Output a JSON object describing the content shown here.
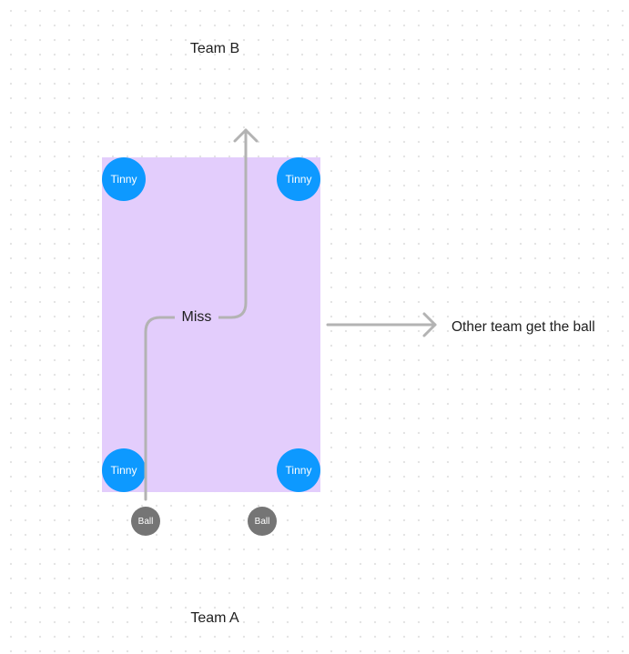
{
  "team_b_label": "Team B",
  "team_a_label": "Team A",
  "players": [
    {
      "label": "Tinny"
    },
    {
      "label": "Tinny"
    },
    {
      "label": "Tinny"
    },
    {
      "label": "Tinny"
    }
  ],
  "balls": [
    {
      "label": "Ball"
    },
    {
      "label": "Ball"
    }
  ],
  "miss_label": "Miss",
  "outcome_label": "Other team get the ball",
  "colors": {
    "field": "#e3cdfc",
    "player": "#0d99ff",
    "ball": "#757575",
    "connector": "#b3b3b3"
  }
}
